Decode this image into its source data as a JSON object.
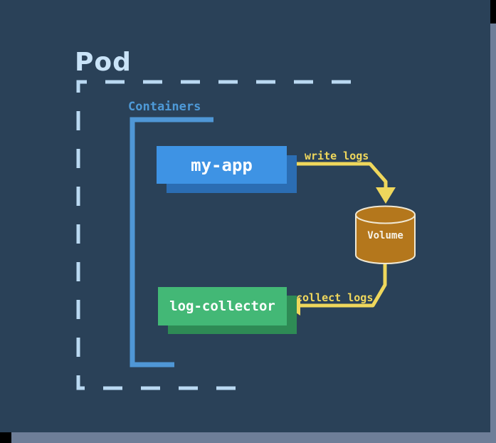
{
  "title": "Pod",
  "group_label": "Containers",
  "containers": [
    {
      "name": "my-app"
    },
    {
      "name": "log-collector"
    }
  ],
  "volume_label": "Volume",
  "arrows": [
    {
      "label": "write logs"
    },
    {
      "label": "collect logs"
    }
  ],
  "colors": {
    "background": "#2A4158",
    "frame_gray": "#6E7E98",
    "pod_dash_blue": "#BAD9F2",
    "bracket_blue": "#4F97D6",
    "containers_text_blue": "#4E9AD8",
    "myapp_blue": "#3E93E4",
    "myapp_shadow": "#2B6DB3",
    "collector_green": "#43B876",
    "collector_shadow": "#2E8B55",
    "arrow_yellow": "#EFD75C",
    "volume_orange": "#B4771C",
    "volume_stroke": "#F0E8D4",
    "title_blue": "#C9E3F8"
  }
}
